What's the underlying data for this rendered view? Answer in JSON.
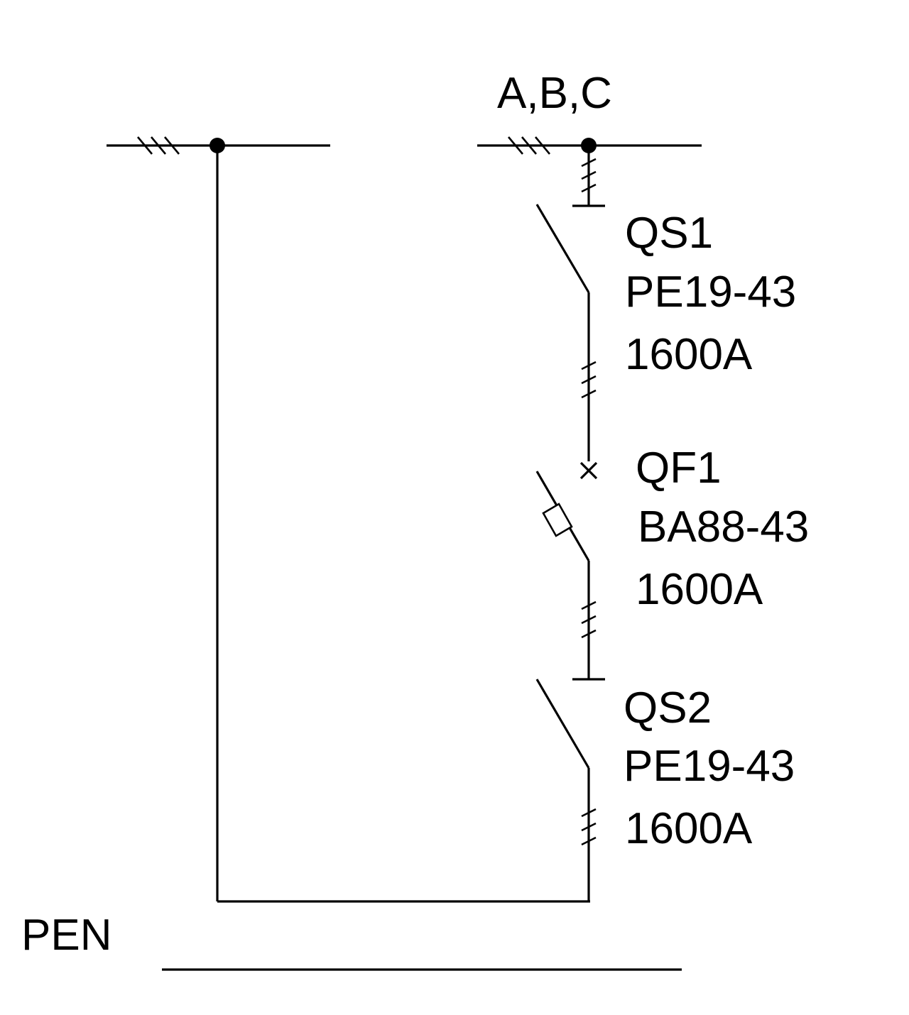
{
  "labels": {
    "bus_phases": "A,B,C",
    "qs1_name": "QS1",
    "qs1_type": "PE19-43",
    "qs1_rating": "1600A",
    "qf1_name": "QF1",
    "qf1_type": "BA88-43",
    "qf1_rating": "1600A",
    "qs2_name": "QS2",
    "qs2_type": "PE19-43",
    "qs2_rating": "1600A",
    "pen": "PEN"
  },
  "colors": {
    "line": "#000000",
    "background": "#ffffff"
  }
}
